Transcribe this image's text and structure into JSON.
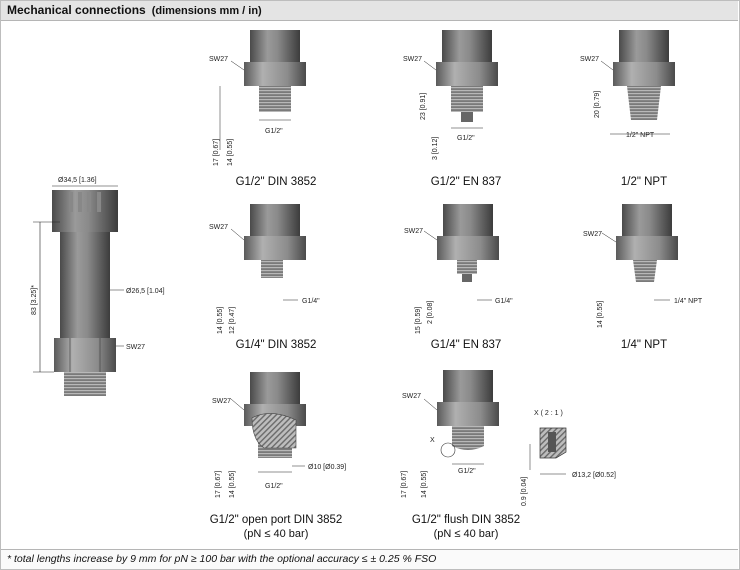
{
  "header": {
    "title": "Mechanical connections",
    "subtitle": "(dimensions mm / in)"
  },
  "main_sensor": {
    "diameter_top": "Ø34,5 [1.36]",
    "diameter_body": "Ø26,5 [1.04]",
    "length": "83 [3.25]*",
    "wrench": "SW27"
  },
  "connections": [
    {
      "caption": "G1/2\" DIN 3852",
      "dims": [
        "17 [0.67]",
        "14 [0.55]"
      ],
      "thread": "G1/2\"",
      "wrench": "SW27"
    },
    {
      "caption": "G1/2\" EN 837",
      "dims": [
        "23 [0.91]",
        "3 [0.12]"
      ],
      "thread": "G1/2\"",
      "wrench": "SW27"
    },
    {
      "caption": "1/2\" NPT",
      "dims": [
        "20 [0.79]"
      ],
      "thread": "1/2\" NPT",
      "wrench": "SW27"
    },
    {
      "caption": "G1/4\" DIN 3852",
      "dims": [
        "14 [0.55]",
        "12 [0.47]"
      ],
      "thread": "G1/4\"",
      "wrench": "SW27"
    },
    {
      "caption": "G1/4\" EN 837",
      "dims": [
        "15 [0.59]",
        "2 [0.08]"
      ],
      "thread": "G1/4\"",
      "wrench": "SW27"
    },
    {
      "caption": "1/4\" NPT",
      "dims": [
        "14 [0.55]"
      ],
      "thread": "1/4\" NPT",
      "wrench": "SW27"
    },
    {
      "caption": "G1/2\" open port DIN 3852",
      "caption2": "(pN ≤ 40 bar)",
      "dims": [
        "17 [0.67]",
        "14 [0.55]"
      ],
      "thread": "G1/2\"",
      "extra": "Ø10 [Ø0.39]",
      "wrench": "SW27"
    },
    {
      "caption": "G1/2\" flush DIN 3852",
      "caption2": "(pN ≤ 40 bar)",
      "dims": [
        "17 [0.67]",
        "14 [0.55]"
      ],
      "thread": "G1/2\"",
      "marker": "X",
      "wrench": "SW27"
    }
  ],
  "detail": {
    "title": "X ( 2 : 1 )",
    "dim_v": "0.9 [0.04]",
    "dim_d": "Ø13,2 [Ø0.52]"
  },
  "footer": {
    "note": "* total lengths increase by 9 mm for pN ≥ 100 bar with the optional accuracy ≤ ± 0.25 % FSO"
  }
}
